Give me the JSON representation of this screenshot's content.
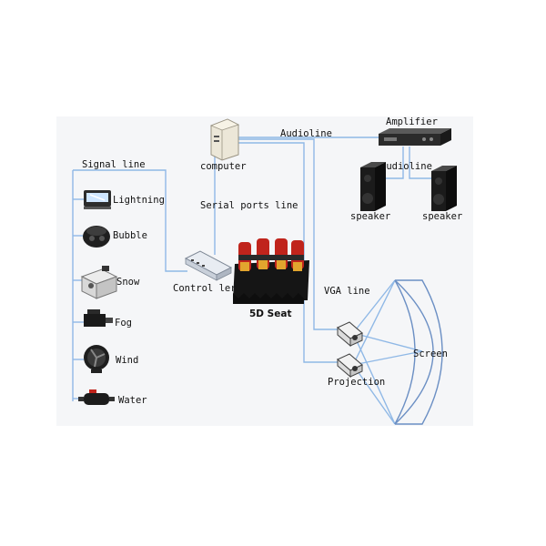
{
  "labels": {
    "signal_line": "Signal line",
    "computer": "computer",
    "audioline_top": "Audioline",
    "amplifier": "Amplifier",
    "audioline_mid": "audioline",
    "speaker_left": "speaker",
    "speaker_right": "speaker",
    "serial_ports_line": "Serial ports line",
    "controller": "Control ler",
    "seat": "5D Seat",
    "vga_line": "VGA line",
    "screen": "Screen",
    "projection": "Projection"
  },
  "effects": [
    {
      "label": "Lightning",
      "icon": "lightning-machine-icon"
    },
    {
      "label": "Bubble",
      "icon": "bubble-machine-icon"
    },
    {
      "label": "Snow",
      "icon": "snow-machine-icon"
    },
    {
      "label": "Fog",
      "icon": "fog-machine-icon"
    },
    {
      "label": "Wind",
      "icon": "wind-fan-icon"
    },
    {
      "label": "Water",
      "icon": "water-pump-icon"
    }
  ],
  "colors": {
    "wire": "#8fb8e6",
    "background_panel": "#f3f4f6",
    "seat_red": "#c0241c",
    "seat_black": "#151515"
  }
}
